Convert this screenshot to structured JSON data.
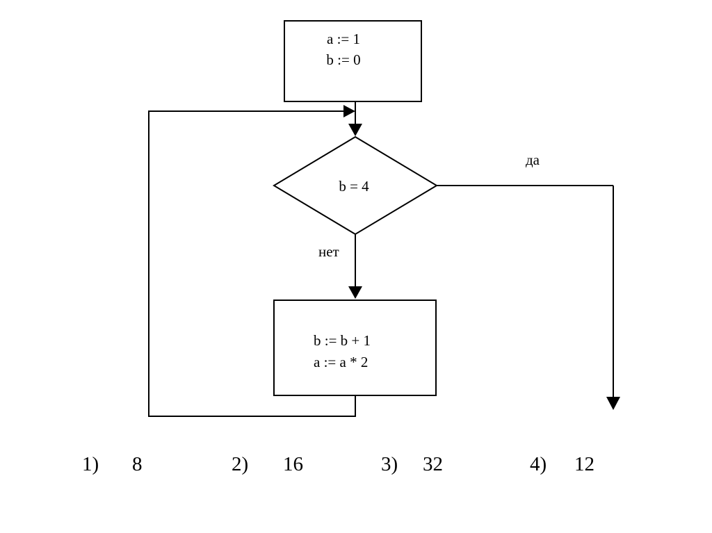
{
  "flowchart": {
    "init_block": {
      "line1": "a := 1",
      "line2": "b := 0"
    },
    "condition": {
      "label": "b = 4"
    },
    "yes_label": "да",
    "no_label": "нет",
    "body_block": {
      "line1": "b := b + 1",
      "line2": "a := a * 2"
    }
  },
  "answers": [
    {
      "num": "1)",
      "value": "8"
    },
    {
      "num": "2)",
      "value": "16"
    },
    {
      "num": "3)",
      "value": "32"
    },
    {
      "num": "4)",
      "value": "12"
    }
  ]
}
